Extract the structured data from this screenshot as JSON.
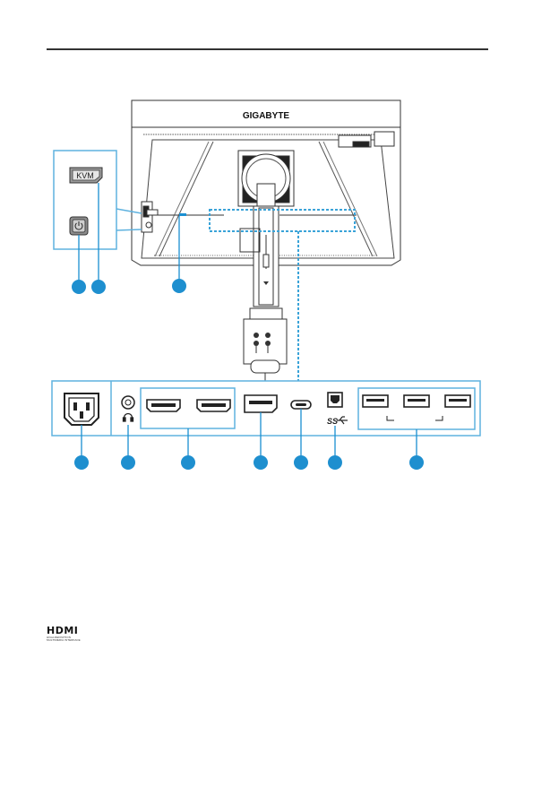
{
  "brand": "GIGABYTE",
  "kvm_label": "KVM",
  "usb_logo_label": "SS",
  "hdmi_logo": {
    "word": "HDMI",
    "tagline": "HIGH-DEFINITION MULTIMEDIA INTERFACE"
  },
  "colors": {
    "accent": "#1a8fd1",
    "callout_fill": "#1e8fcf",
    "outline": "#333333"
  },
  "icons": {
    "power": "power-icon",
    "headphone": "headphone-icon",
    "usb_superspeed": "usb-superspeed-icon",
    "kvm": "kvm-button-icon"
  }
}
